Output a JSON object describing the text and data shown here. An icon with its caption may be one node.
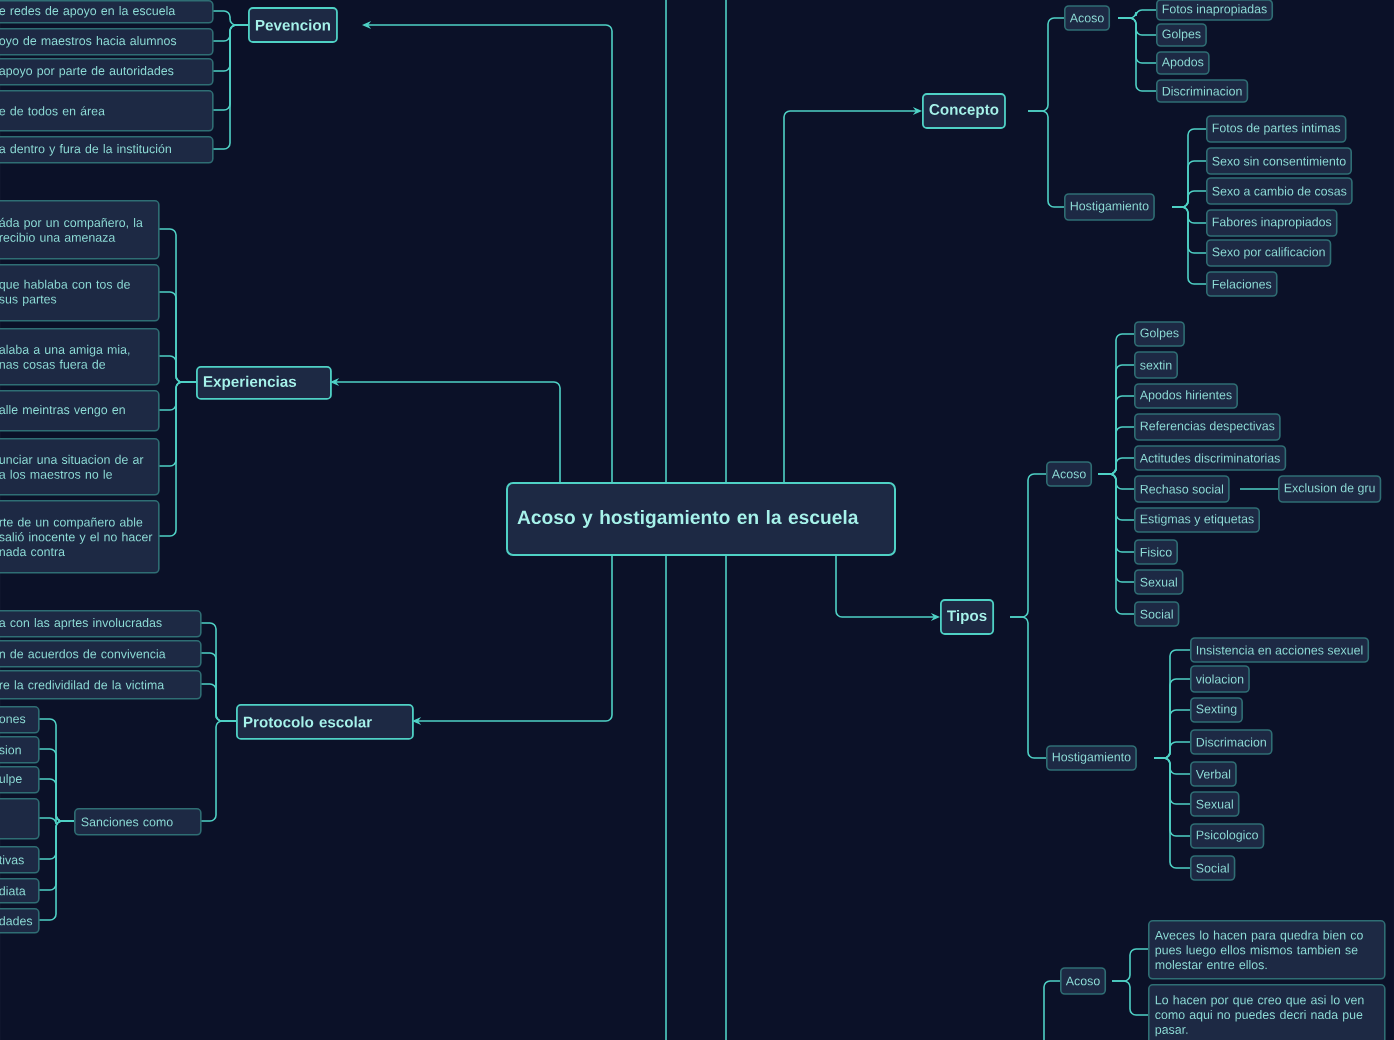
{
  "diagram": {
    "nodes": [
      {
        "text": [
          "Acoso y hostigamiento en la escuela"
        ]
      },
      {
        "text": [
          "Pevencion"
        ]
      },
      {
        "text": [
          "e redes de apoyo en la escuela"
        ]
      },
      {
        "text": [
          "oyo de maestros hacia alumnos"
        ]
      },
      {
        "text": [
          "apoyo por parte de autoridades"
        ]
      },
      {
        "text": [
          "e de todos en área"
        ]
      },
      {
        "text": [
          "a dentro y fura de la institución"
        ]
      },
      {
        "text": [
          "Experiencias"
        ]
      },
      {
        "text": [
          "áda por un compañero, la recibio una amenaza"
        ]
      },
      {
        "text": [
          "que hablaba con tos de sus partes"
        ]
      },
      {
        "text": [
          "alaba a una amiga mia, nas cosas fuera de"
        ]
      },
      {
        "text": [
          "alle meintras vengo en"
        ]
      },
      {
        "text": [
          "unciar una situacion de ar a los maestros no le"
        ]
      },
      {
        "text": [
          "rte de un compañero able salió inocente y el no hacer nada contra"
        ]
      },
      {
        "text": [
          "Protocolo escolar"
        ]
      },
      {
        "text": [
          "a con las aprtes involucradas"
        ]
      },
      {
        "text": [
          "n de acuerdos de convivencia"
        ]
      },
      {
        "text": [
          "re la credividilad de la victima"
        ]
      },
      {
        "text": [
          "Sanciones como"
        ]
      },
      {
        "text": [
          "ones"
        ]
      },
      {
        "text": [
          "sion"
        ]
      },
      {
        "text": [
          "ulpe"
        ]
      },
      {
        "text": [],
        "shape": "box"
      },
      {
        "text": [
          "tivas"
        ]
      },
      {
        "text": [
          "diata"
        ]
      },
      {
        "text": [
          "dades"
        ]
      },
      {
        "text": [
          "Concepto"
        ]
      },
      {
        "text": [
          "Acoso"
        ]
      },
      {
        "text": [
          "Fotos inapropiadas"
        ]
      },
      {
        "text": [
          "Golpes"
        ]
      },
      {
        "text": [
          "Apodos"
        ]
      },
      {
        "text": [
          "Discriminacion"
        ]
      },
      {
        "text": [
          "Hostigamiento"
        ]
      },
      {
        "text": [
          "Fotos de partes intimas"
        ]
      },
      {
        "text": [
          "Sexo sin consentimiento"
        ]
      },
      {
        "text": [
          "Sexo a cambio de cosas"
        ]
      },
      {
        "text": [
          "Fabores inapropiados"
        ]
      },
      {
        "text": [
          "Sexo por calificacion"
        ]
      },
      {
        "text": [
          "Felaciones"
        ]
      },
      {
        "text": [
          "Tipos"
        ]
      },
      {
        "text": [
          "Acoso"
        ]
      },
      {
        "text": [
          "Golpes"
        ]
      },
      {
        "text": [
          "sextin"
        ]
      },
      {
        "text": [
          "Apodos hirientes"
        ]
      },
      {
        "text": [
          "Referencias despectivas"
        ]
      },
      {
        "text": [
          "Actitudes discriminatorias"
        ]
      },
      {
        "text": [
          "Rechaso social"
        ]
      },
      {
        "text": [
          "Estigmas y etiquetas"
        ]
      },
      {
        "text": [
          "Fisico"
        ]
      },
      {
        "text": [
          "Sexual"
        ]
      },
      {
        "text": [
          "Social"
        ]
      },
      {
        "text": [
          "Exclusion de gru"
        ]
      },
      {
        "text": [
          "Hostigamiento"
        ]
      },
      {
        "text": [
          "Insistencia en acciones sexuel"
        ]
      },
      {
        "text": [
          "violacion"
        ]
      },
      {
        "text": [
          "Sexting"
        ]
      },
      {
        "text": [
          "Discrimacion"
        ]
      },
      {
        "text": [
          "Verbal"
        ]
      },
      {
        "text": [
          "Sexual"
        ]
      },
      {
        "text": [
          "Psicologico"
        ]
      },
      {
        "text": [
          "Social"
        ]
      },
      {
        "text": [
          "Acoso"
        ]
      },
      {
        "text": [
          "Aveces lo hacen para quedra bien co pues luego ellos mismos tambien se molestar entre ellos."
        ]
      },
      {
        "text": [
          "Lo hacen por que creo que asi lo ven como aqui no puedes decri nada pue pasar."
        ]
      }
    ],
    "edges": [
      {
        "from": 0,
        "to": 1,
        "arrow": "to"
      },
      {
        "from": 0,
        "to": 7,
        "arrow": "to"
      },
      {
        "from": 0,
        "to": 14,
        "arrow": "to"
      },
      {
        "from": 0,
        "to": 26,
        "arrow": "to"
      },
      {
        "from": 0,
        "to": 39,
        "arrow": "to"
      },
      {
        "from": 1,
        "to": 2,
        "arrow": "none"
      },
      {
        "from": 1,
        "to": 3,
        "arrow": "none"
      },
      {
        "from": 1,
        "to": 4,
        "arrow": "none"
      },
      {
        "from": 1,
        "to": 5,
        "arrow": "none"
      },
      {
        "from": 1,
        "to": 6,
        "arrow": "none"
      },
      {
        "from": 7,
        "to": 8,
        "arrow": "none"
      },
      {
        "from": 7,
        "to": 9,
        "arrow": "none"
      },
      {
        "from": 7,
        "to": 10,
        "arrow": "none"
      },
      {
        "from": 7,
        "to": 11,
        "arrow": "none"
      },
      {
        "from": 7,
        "to": 12,
        "arrow": "none"
      },
      {
        "from": 7,
        "to": 13,
        "arrow": "none"
      },
      {
        "from": 14,
        "to": 15,
        "arrow": "none"
      },
      {
        "from": 14,
        "to": 16,
        "arrow": "none"
      },
      {
        "from": 14,
        "to": 17,
        "arrow": "none"
      },
      {
        "from": 14,
        "to": 18,
        "arrow": "none"
      },
      {
        "from": 18,
        "to": 19,
        "arrow": "none"
      },
      {
        "from": 18,
        "to": 20,
        "arrow": "none"
      },
      {
        "from": 18,
        "to": 21,
        "arrow": "none"
      },
      {
        "from": 18,
        "to": 22,
        "arrow": "none"
      },
      {
        "from": 18,
        "to": 23,
        "arrow": "none"
      },
      {
        "from": 18,
        "to": 24,
        "arrow": "none"
      },
      {
        "from": 18,
        "to": 25,
        "arrow": "none"
      },
      {
        "from": 26,
        "to": 27,
        "arrow": "none"
      },
      {
        "from": 26,
        "to": 32,
        "arrow": "none"
      },
      {
        "from": 27,
        "to": 28,
        "arrow": "none"
      },
      {
        "from": 27,
        "to": 29,
        "arrow": "none"
      },
      {
        "from": 27,
        "to": 30,
        "arrow": "none"
      },
      {
        "from": 27,
        "to": 31,
        "arrow": "none"
      },
      {
        "from": 32,
        "to": 33,
        "arrow": "none"
      },
      {
        "from": 32,
        "to": 34,
        "arrow": "none"
      },
      {
        "from": 32,
        "to": 35,
        "arrow": "none"
      },
      {
        "from": 32,
        "to": 36,
        "arrow": "none"
      },
      {
        "from": 32,
        "to": 37,
        "arrow": "none"
      },
      {
        "from": 32,
        "to": 38,
        "arrow": "none"
      },
      {
        "from": 39,
        "to": 40,
        "arrow": "none"
      },
      {
        "from": 39,
        "to": 52,
        "arrow": "none"
      },
      {
        "from": 40,
        "to": 41,
        "arrow": "none"
      },
      {
        "from": 40,
        "to": 42,
        "arrow": "none"
      },
      {
        "from": 40,
        "to": 43,
        "arrow": "none"
      },
      {
        "from": 40,
        "to": 44,
        "arrow": "none"
      },
      {
        "from": 40,
        "to": 45,
        "arrow": "none"
      },
      {
        "from": 40,
        "to": 46,
        "arrow": "none"
      },
      {
        "from": 40,
        "to": 47,
        "arrow": "none"
      },
      {
        "from": 40,
        "to": 48,
        "arrow": "none"
      },
      {
        "from": 40,
        "to": 49,
        "arrow": "none"
      },
      {
        "from": 40,
        "to": 50,
        "arrow": "none"
      },
      {
        "from": 46,
        "to": 51,
        "arrow": "none"
      },
      {
        "from": 52,
        "to": 53,
        "arrow": "none"
      },
      {
        "from": 52,
        "to": 54,
        "arrow": "none"
      },
      {
        "from": 52,
        "to": 55,
        "arrow": "none"
      },
      {
        "from": 52,
        "to": 56,
        "arrow": "none"
      },
      {
        "from": 52,
        "to": 57,
        "arrow": "none"
      },
      {
        "from": 52,
        "to": 58,
        "arrow": "none"
      },
      {
        "from": 52,
        "to": 59,
        "arrow": "none"
      },
      {
        "from": 52,
        "to": 60,
        "arrow": "none"
      },
      {
        "from": 61,
        "to": 62,
        "arrow": "none"
      },
      {
        "from": 61,
        "to": 63,
        "arrow": "none"
      },
      {
        "from": null,
        "to": 61,
        "arrow": "none"
      },
      {
        "from": 0,
        "to": null,
        "arrow": "none"
      },
      {
        "from": 0,
        "to": null,
        "arrow": "none"
      },
      {
        "from": 0,
        "to": null,
        "arrow": "none"
      },
      {
        "from": 0,
        "to": null,
        "arrow": "none"
      }
    ]
  }
}
